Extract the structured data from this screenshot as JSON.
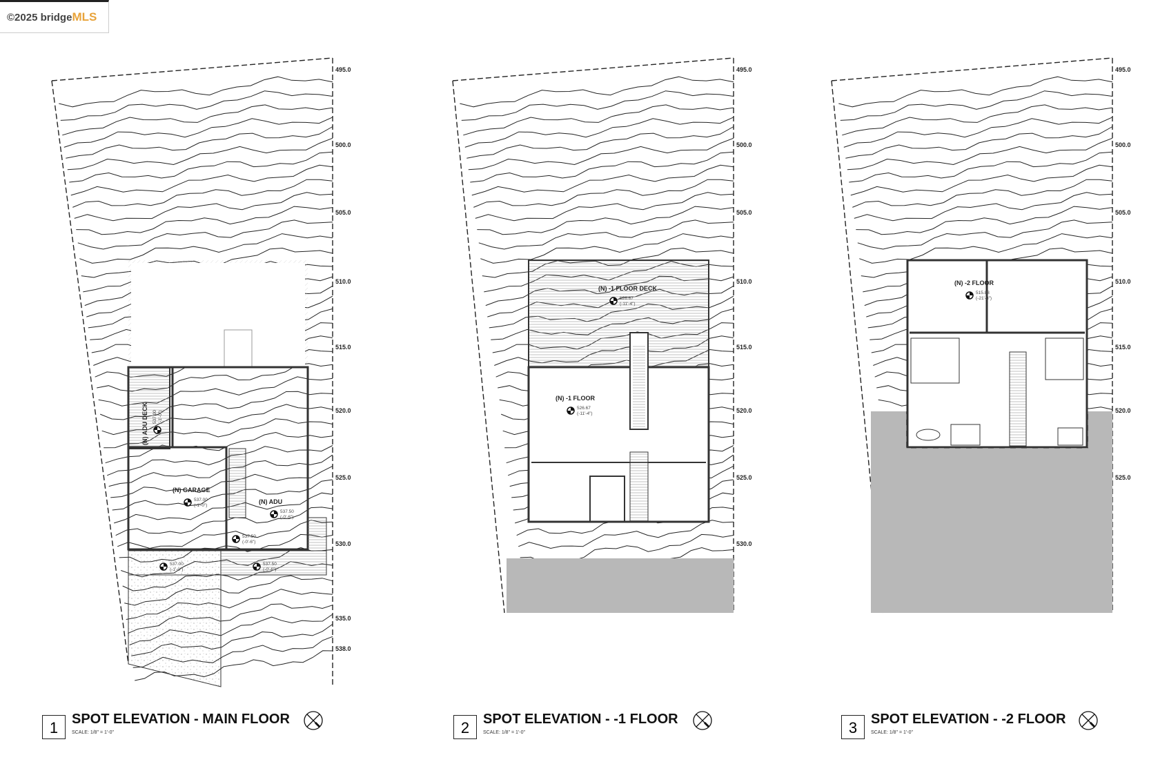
{
  "logo": {
    "copyright": "©2025 bridge",
    "brand": "MLS"
  },
  "contour_labels": [
    "495.0",
    "500.0",
    "505.0",
    "510.0",
    "515.0",
    "520.0",
    "525.0",
    "530.0",
    "535.0",
    "538.0"
  ],
  "panels": [
    {
      "number": "1",
      "title": "SPOT ELEVATION - MAIN FLOOR",
      "scale": "SCALE:  1/8\" = 1'-0\"",
      "rooms": [
        {
          "label": "(N) ADU DECK",
          "elevation": "537.00",
          "offset": "(-1'-0\")"
        },
        {
          "label": "(N) GARAGE",
          "elevation": "537.00",
          "offset": "(-1'-0\")"
        },
        {
          "label": "(N) ADU",
          "elevation": "537.50",
          "offset": "(-0'-6\")"
        },
        {
          "label": "",
          "elevation": "537.50",
          "offset": "(-0'-6\")"
        },
        {
          "label": "",
          "elevation": "537.00",
          "offset": "(-1'-0\")"
        },
        {
          "label": "",
          "elevation": "537.50",
          "offset": "(-0'-6\")"
        }
      ]
    },
    {
      "number": "2",
      "title": "SPOT ELEVATION - -1 FLOOR",
      "scale": "SCALE:  1/8\" = 1'-0\"",
      "rooms": [
        {
          "label": "(N) -1 FLOOR DECK",
          "elevation": "526.67",
          "offset": "(-11'-4\")"
        },
        {
          "label": "(N) -1 FLOOR",
          "elevation": "526.67",
          "offset": "(-11'-4\")"
        }
      ]
    },
    {
      "number": "3",
      "title": "SPOT ELEVATION - -2 FLOOR",
      "scale": "SCALE:  1/8\" = 1'-0\"",
      "rooms": [
        {
          "label": "(N) -2 FLOOR",
          "elevation": "515.83",
          "offset": "(-21'-8\")"
        }
      ]
    }
  ]
}
